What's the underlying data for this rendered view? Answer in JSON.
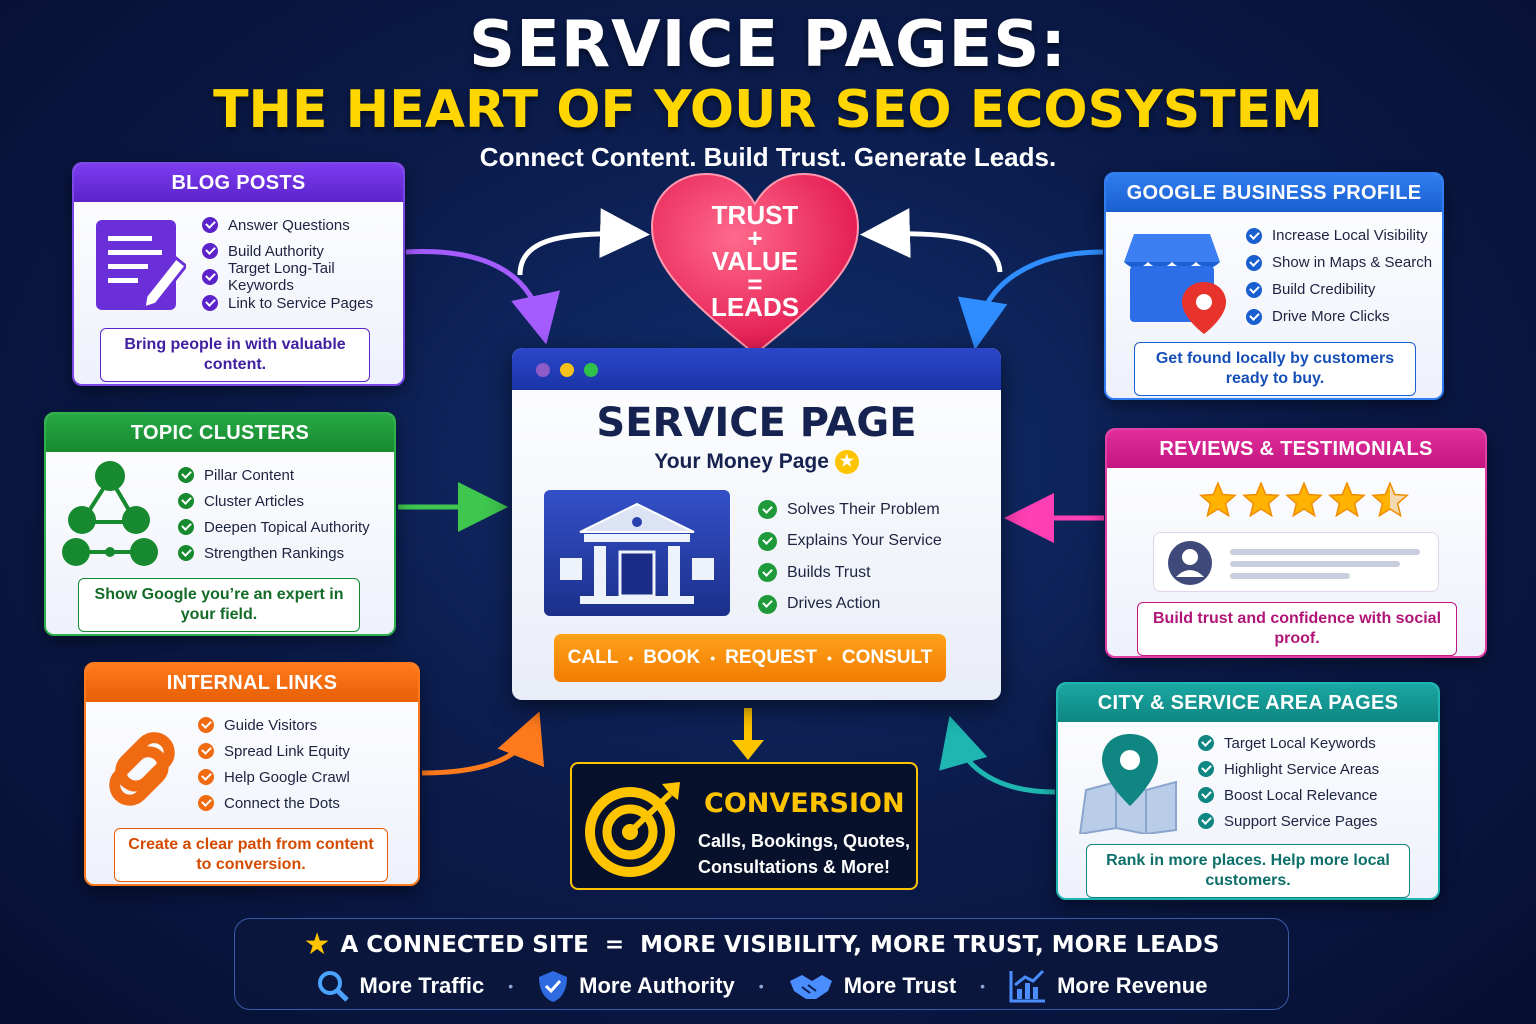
{
  "header": {
    "title_line1": "SERVICE PAGES:",
    "title_line2": "THE HEART OF YOUR SEO ECOSYSTEM",
    "subtitle": "Connect Content. Build Trust. Generate Leads."
  },
  "heart": {
    "line1": "TRUST",
    "op1": "+",
    "line2": "VALUE",
    "op2": "=",
    "line3": "LEADS",
    "color": "#f0355f"
  },
  "blog_posts": {
    "title": "BLOG POSTS",
    "color": "#6a2fd9",
    "icon": "document-pen-icon",
    "items": [
      "Answer Questions",
      "Build Authority",
      "Target Long-Tail Keywords",
      "Link to Service Pages"
    ],
    "note": "Bring people in with valuable content."
  },
  "topic_clusters": {
    "title": "TOPIC CLUSTERS",
    "color": "#1f9a3a",
    "icon": "cluster-network-icon",
    "items": [
      "Pillar Content",
      "Cluster Articles",
      "Deepen Topical Authority",
      "Strengthen Rankings"
    ],
    "note": "Show Google you’re an expert in your field."
  },
  "internal_links": {
    "title": "INTERNAL LINKS",
    "color": "#f06a12",
    "icon": "chain-link-icon",
    "items": [
      "Guide Visitors",
      "Spread Link Equity",
      "Help Google Crawl",
      "Connect the Dots"
    ],
    "note": "Create a clear path from content to conversion."
  },
  "google_business": {
    "title": "GOOGLE BUSINESS PROFILE",
    "color": "#1f6de0",
    "icon": "storefront-pin-icon",
    "items": [
      "Increase Local Visibility",
      "Show in Maps & Search",
      "Build Credibility",
      "Drive More Clicks"
    ],
    "note": "Get found locally by customers ready to buy."
  },
  "reviews": {
    "title": "REVIEWS & TESTIMONIALS",
    "color": "#d6218e",
    "icon": "star-rating-icon",
    "stars": 4.5,
    "note": "Build trust and confidence with social proof."
  },
  "city_pages": {
    "title": "CITY & SERVICE AREA PAGES",
    "color": "#148e8a",
    "icon": "map-pin-icon",
    "items": [
      "Target Local Keywords",
      "Highlight Service Areas",
      "Boost Local Relevance",
      "Support Service Pages"
    ],
    "note": "Rank in more places. Help more local customers."
  },
  "service_page": {
    "title": "SERVICE PAGE",
    "subtitle": "Your Money Page",
    "icon": "bank-building-icon",
    "items": [
      "Solves Their Problem",
      "Explains Your Service",
      "Builds Trust",
      "Drives Action"
    ],
    "cta": [
      "CALL",
      "BOOK",
      "REQUEST",
      "CONSULT"
    ],
    "check_color": "#1f9a3a"
  },
  "conversion": {
    "title": "CONVERSION",
    "line1": "Calls, Bookings, Quotes,",
    "line2": "Consultations & More!",
    "icon": "target-arrow-icon",
    "color": "#ffc400"
  },
  "footer": {
    "headline": "A CONNECTED SITE  =  MORE VISIBILITY, MORE TRUST, MORE LEADS",
    "items": [
      {
        "label": "More Traffic",
        "icon": "search-icon"
      },
      {
        "label": "More Authority",
        "icon": "shield-icon"
      },
      {
        "label": "More Trust",
        "icon": "handshake-icon"
      },
      {
        "label": "More Revenue",
        "icon": "growth-chart-icon"
      }
    ]
  }
}
